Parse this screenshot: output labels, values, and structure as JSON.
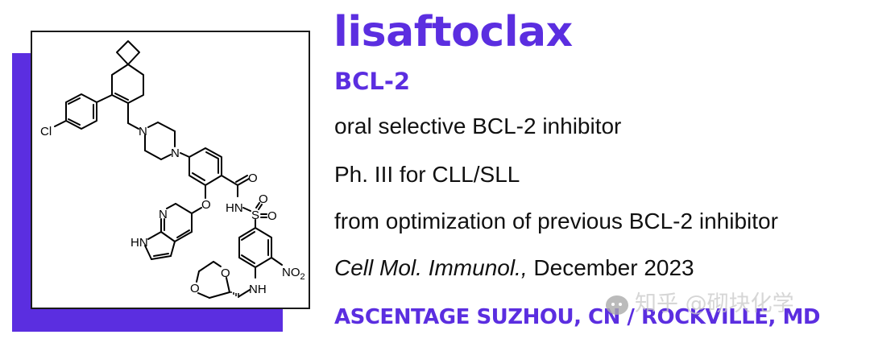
{
  "drug": {
    "name": "lisaftoclax",
    "target": "BCL-2",
    "description": "oral selective BCL-2 inhibitor",
    "phase": "Ph. III for CLL/SLL",
    "origin": "from optimization of previous BCL-2 inhibitor",
    "reference": {
      "journal": "Cell Mol. Immunol.,",
      "date": "December 2023"
    },
    "company": "ASCENTAGE SUZHOU, CN / ROCKVILLE, MD"
  },
  "structure": {
    "atom_labels": {
      "cl": "Cl",
      "n_piperazine_1": "N",
      "n_piperazine_2": "N",
      "o_carbonyl": "O",
      "o_ether": "O",
      "hn_sulfonamide": "HN",
      "s": "S",
      "o_sulfonyl_1": "O",
      "o_sulfonyl_2": "O",
      "n_pyridine": "N",
      "hn_pyrrole": "HN",
      "no2": "NO",
      "no2_sub": "2",
      "nh_amine": "NH",
      "o_dioxane_1": "O",
      "o_dioxane_2": "O"
    }
  },
  "watermark": {
    "text": "知乎 @砌块化学"
  },
  "colors": {
    "accent": "#5b2ee0",
    "text": "#111111",
    "border": "#1a1a1a"
  }
}
